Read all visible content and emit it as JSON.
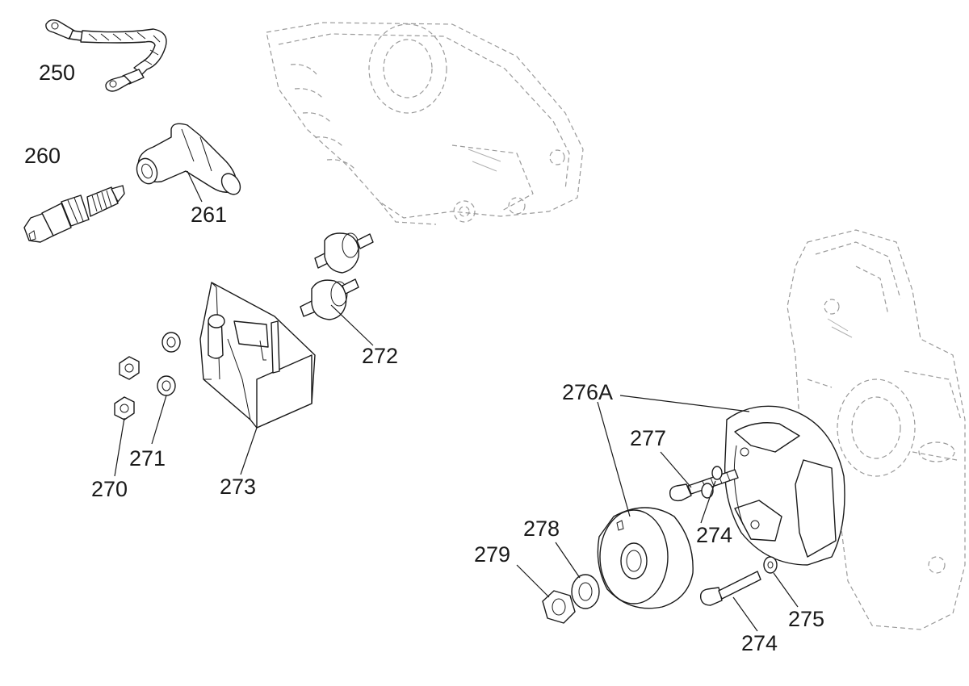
{
  "callouts": {
    "c250": "250",
    "c260": "260",
    "c261": "261",
    "c272": "272",
    "c271": "271",
    "c270": "270",
    "c273": "273",
    "c276a": "276A",
    "c277": "277",
    "c274a": "274",
    "c278": "278",
    "c279": "279",
    "c275": "275",
    "c274b": "274"
  },
  "colors": {
    "line": "#1a1a1a",
    "ghost": "#9a9a9a",
    "background": "#ffffff"
  }
}
